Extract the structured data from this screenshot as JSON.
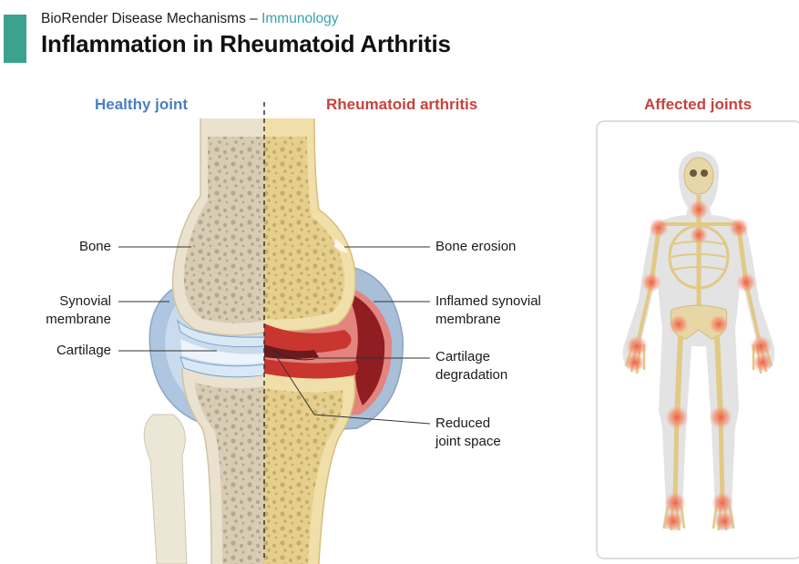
{
  "header": {
    "supertitle": "BioRender Disease Mechanisms – ",
    "category": "Immunology",
    "title": "Inflammation in Rheumatoid Arthritis"
  },
  "columns": {
    "healthy": "Healthy joint",
    "ra": "Rheumatoid arthritis",
    "affected": "Affected joints"
  },
  "labels_left": {
    "bone": "Bone",
    "synovial_1": "Synovial",
    "synovial_2": "membrane",
    "cartilage": "Cartilage"
  },
  "labels_right": {
    "bone_erosion": "Bone erosion",
    "inflamed_1": "Inflamed synovial",
    "inflamed_2": "membrane",
    "cartilage_deg_1": "Cartilage",
    "cartilage_deg_2": "degradation",
    "reduced_1": "Reduced",
    "reduced_2": "joint space"
  },
  "colors": {
    "accent": "#3aa28d",
    "healthy_heading": "#4a7fc1",
    "ra_heading": "#c9413b",
    "bone": "#e9dfc9",
    "ra_bone": "#ecd9a0",
    "synovium": "#b7cde4",
    "inflammation": "#c8362f",
    "hotspot": "#f07c62"
  },
  "icons": [
    "skeleton-figure",
    "knee-joint"
  ]
}
